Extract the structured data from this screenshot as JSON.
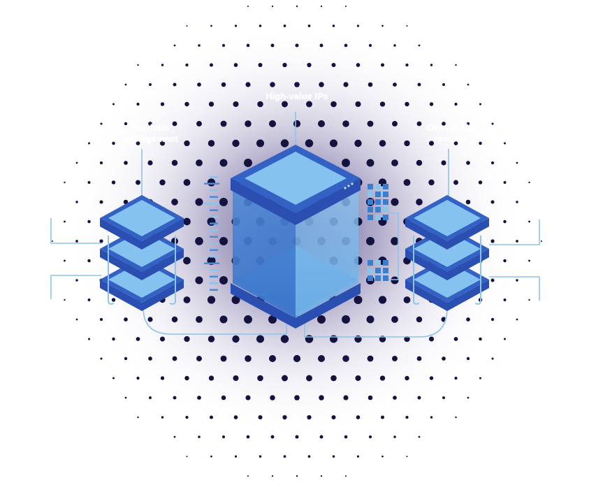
{
  "labels": {
    "center": "High-value IPs",
    "left_line1": "Portfolio",
    "left_line2": "management",
    "right_line1": "Ownership",
    "right_line2": "records"
  },
  "nodes": [
    {
      "id": "portfolio-management",
      "type": "stacked-layers",
      "layers": 3
    },
    {
      "id": "high-value-ips",
      "type": "server-tower"
    },
    {
      "id": "ownership-records",
      "type": "stacked-layers",
      "layers": 3
    }
  ],
  "colors": {
    "dot": "#14123f",
    "glow": "#6a5f9a",
    "server_dark": "#2a4fb0",
    "server_mid": "#3a6fd0",
    "server_light": "#86c2ef",
    "connector": "#8cc4ea"
  }
}
